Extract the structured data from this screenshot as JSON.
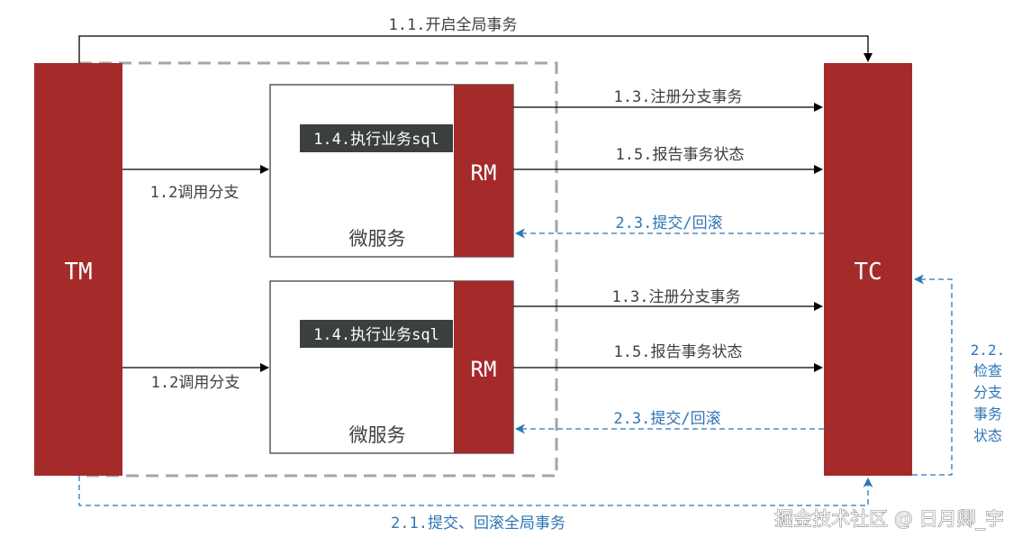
{
  "tm": {
    "label": "TM"
  },
  "tc": {
    "label": "TC"
  },
  "services": [
    {
      "name": "微服务",
      "rm_label": "RM",
      "exec_label": "1.4.执行业务sql",
      "call_label": "1.2调用分支",
      "register_label": "1.3.注册分支事务",
      "report_label": "1.5.报告事务状态",
      "commit_label": "2.3.提交/回滚"
    },
    {
      "name": "微服务",
      "rm_label": "RM",
      "exec_label": "1.4.执行业务sql",
      "call_label": "1.2调用分支",
      "register_label": "1.3.注册分支事务",
      "report_label": "1.5.报告事务状态",
      "commit_label": "2.3.提交/回滚"
    }
  ],
  "top_flow": {
    "label": "1.1.开启全局事务"
  },
  "bottom_flow": {
    "label": "2.1.提交、回滚全局事务"
  },
  "check_flow": {
    "lines": [
      "2.2.",
      "检查",
      "分支",
      "事务",
      "状态"
    ]
  },
  "watermark": "掘金技术社区 @ 日月卿_宇",
  "colors": {
    "block": "#a52a2a",
    "blue_arrow": "#2e75b6",
    "dash_gray": "#a6a6a6",
    "label_bg": "#3b3f3f"
  }
}
